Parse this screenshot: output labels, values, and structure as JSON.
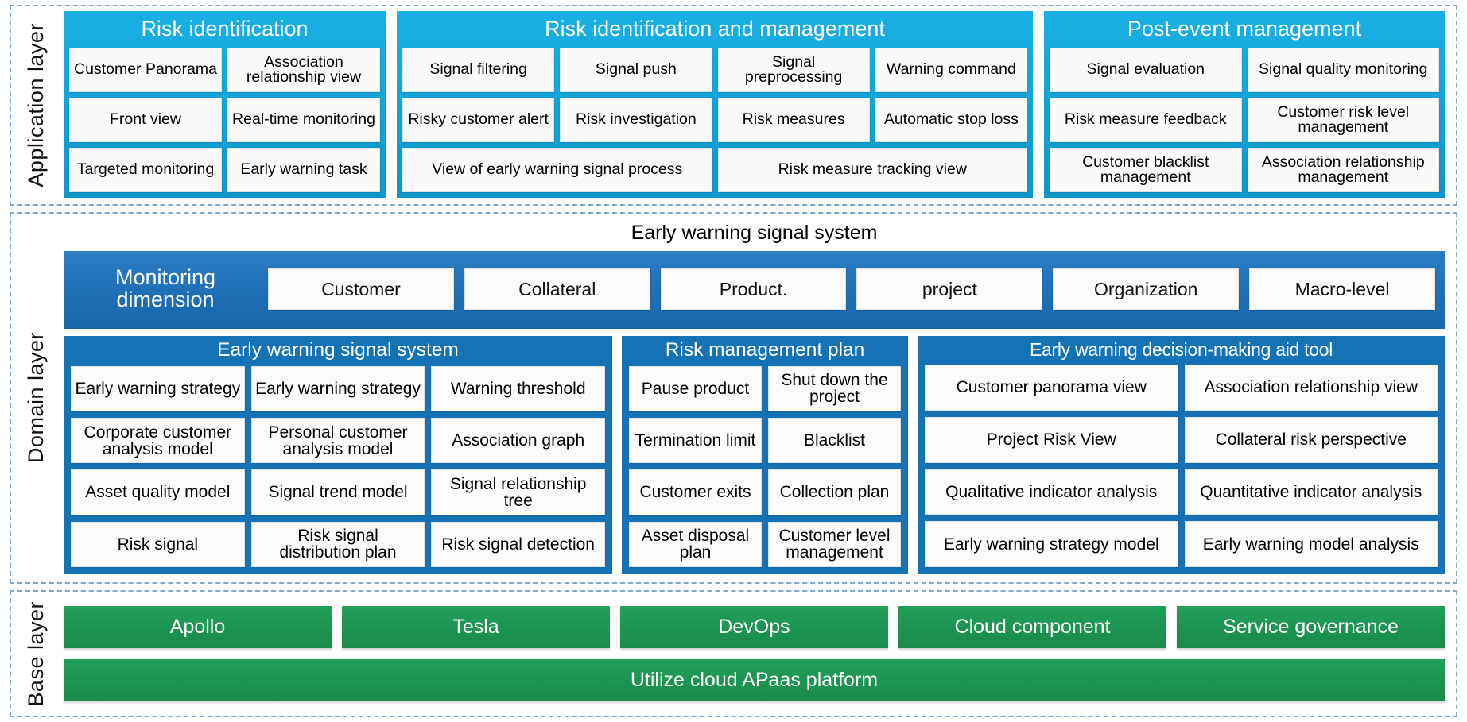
{
  "layers": {
    "application": {
      "label": "Application layer",
      "panels": [
        {
          "title": "Risk identification",
          "rows": [
            [
              "Customer Panorama",
              "Association relationship view"
            ],
            [
              "Front view",
              "Real-time monitoring"
            ],
            [
              "Targeted monitoring",
              "Early warning task"
            ]
          ]
        },
        {
          "title": "Risk identification and management",
          "rows": [
            [
              "Signal filtering",
              "Signal push",
              "Signal preprocessing",
              "Warning command"
            ],
            [
              "Risky customer alert",
              "Risk investigation",
              "Risk measures",
              "Automatic stop loss"
            ],
            [
              "View of early warning signal process",
              "Risk measure tracking view"
            ]
          ]
        },
        {
          "title": "Post-event management",
          "rows": [
            [
              "Signal evaluation",
              "Signal quality monitoring"
            ],
            [
              "Risk measure feedback",
              "Customer risk level management"
            ],
            [
              "Customer blacklist management",
              "Association relationship management"
            ]
          ]
        }
      ]
    },
    "domain": {
      "label": "Domain layer",
      "heading": "Early warning signal system",
      "dimension": {
        "title": "Monitoring dimension",
        "items": [
          "Customer",
          "Collateral",
          "Product.",
          "project",
          "Organization",
          "Macro-level"
        ]
      },
      "panels": [
        {
          "title": "Early warning signal system",
          "rows": [
            [
              "Early warning strategy",
              "Early warning strategy",
              "Warning threshold"
            ],
            [
              "Corporate customer analysis model",
              "Personal customer analysis model",
              "Association graph"
            ],
            [
              "Asset quality model",
              "Signal trend model",
              "Signal relationship tree"
            ],
            [
              "Risk signal",
              "Risk signal distribution plan",
              "Risk signal detection"
            ]
          ]
        },
        {
          "title": "Risk management plan",
          "rows": [
            [
              "Pause product",
              "Shut down the project"
            ],
            [
              "Termination limit",
              "Blacklist"
            ],
            [
              "Customer exits",
              "Collection plan"
            ],
            [
              "Asset disposal plan",
              "Customer level management"
            ]
          ]
        },
        {
          "title": "Early warning decision-making aid tool",
          "rows": [
            [
              "Customer panorama view",
              "Association relationship view"
            ],
            [
              "Project Risk View",
              "Collateral risk perspective"
            ],
            [
              "Qualitative indicator analysis",
              "Quantitative indicator analysis"
            ],
            [
              "Early warning strategy model",
              "Early warning model analysis"
            ]
          ]
        }
      ]
    },
    "base": {
      "label": "Base layer",
      "components": [
        "Apollo",
        "Tesla",
        "DevOps",
        "Cloud component",
        "Service governance"
      ],
      "platform": "Utilize cloud APaas platform"
    }
  },
  "colors": {
    "application_panel": "#17a9dd",
    "domain_bar": "#1f6fb5",
    "domain_panel": "#1573b5",
    "base_green": "#1d9452",
    "dashed_border": "#7fa8c9",
    "cell_bg": "#fafaf8"
  }
}
